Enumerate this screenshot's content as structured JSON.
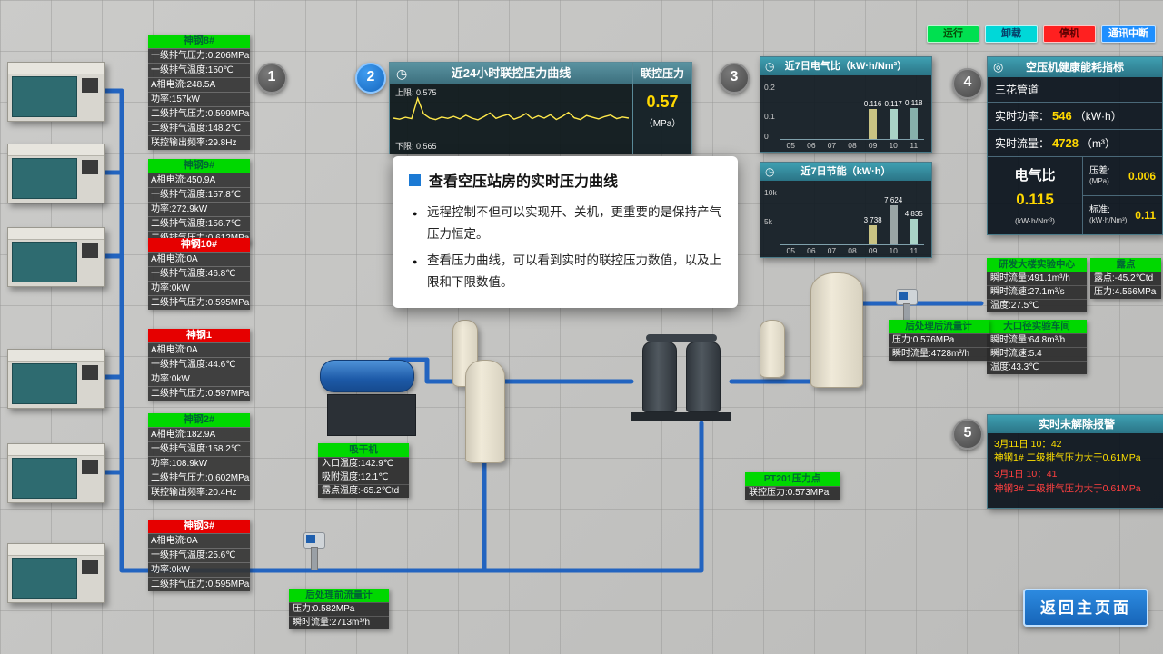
{
  "status_bar": {
    "items": [
      {
        "label": "运行",
        "bg": "#00e050",
        "fg": "#064d06"
      },
      {
        "label": "卸载",
        "bg": "#00d8d8",
        "fg": "#06406a"
      },
      {
        "label": "停机",
        "bg": "#ff2020",
        "fg": "#5a0000"
      },
      {
        "label": "通讯中断",
        "bg": "#1e8fff",
        "fg": "#ffffff"
      }
    ]
  },
  "step_badges": {
    "s1": "1",
    "s2": "2",
    "s3": "3",
    "s4": "4",
    "s5": "5"
  },
  "compressors": [
    {
      "name": "神钢8#",
      "state": "on",
      "rows": [
        "一级排气压力:0.206MPa",
        "一级排气温度:150℃",
        "A相电流:248.5A",
        "功率:157kW",
        "二级排气压力:0.599MPa",
        "二级排气温度:148.2℃",
        "联控输出频率:29.8Hz"
      ]
    },
    {
      "name": "神钢9#",
      "state": "on",
      "rows": [
        "A相电流:450.9A",
        "一级排气温度:157.8℃",
        "功率:272.9kW",
        "二级排气温度:156.7℃",
        "二级排气压力:0.612MPa"
      ]
    },
    {
      "name": "神钢10#",
      "state": "off",
      "rows": [
        "A相电流:0A",
        "一级排气温度:46.8℃",
        "功率:0kW",
        "二级排气压力:0.595MPa"
      ]
    },
    {
      "name": "神钢1",
      "state": "off",
      "rows": [
        "A相电流:0A",
        "一级排气温度:44.6℃",
        "功率:0kW",
        "二级排气压力:0.597MPa"
      ]
    },
    {
      "name": "神钢2#",
      "state": "on",
      "rows": [
        "A相电流:182.9A",
        "一级排气温度:158.2℃",
        "功率:108.9kW",
        "二级排气压力:0.602MPa",
        "联控输出频率:20.4Hz"
      ]
    },
    {
      "name": "神钢3#",
      "state": "off",
      "rows": [
        "A相电流:0A",
        "一级排气温度:25.6℃",
        "功率:0kW",
        "二级排气压力:0.595MPa"
      ]
    }
  ],
  "pressure_panel": {
    "title": "近24小时联控压力曲线",
    "side_title": "联控压力",
    "value": "0.57",
    "unit": "（MPa）",
    "upper_label": "上限: 0.575",
    "lower_label": "下限: 0.565"
  },
  "info_box": {
    "title": "查看空压站房的实时压力曲线",
    "bullets": [
      "远程控制不但可以实现开、关机，更重要的是保持产气压力恒定。",
      "查看压力曲线，可以看到实时的联控压力数值，以及上限和下限数值。"
    ]
  },
  "chart_data": [
    {
      "type": "line",
      "title": "近24小时联控压力曲线",
      "unit": "MPa",
      "ylim": [
        0.56,
        0.58
      ],
      "upper_limit": 0.575,
      "lower_limit": 0.565,
      "current": 0.57,
      "series": [
        0.57,
        0.5696,
        0.5703,
        0.5698,
        0.577,
        0.5715,
        0.57,
        0.5695,
        0.5704,
        0.5699,
        0.5706,
        0.5697,
        0.571,
        0.57,
        0.5694,
        0.5705,
        0.5718,
        0.5699,
        0.5707,
        0.5713,
        0.5696,
        0.5704,
        0.5716,
        0.5698,
        0.5708,
        0.57,
        0.5712,
        0.5695,
        0.5706,
        0.572,
        0.5701,
        0.5695,
        0.5709,
        0.5703,
        0.5697,
        0.5705,
        0.5711,
        0.5698,
        0.5704,
        0.57
      ]
    },
    {
      "type": "bar",
      "title": "近7日电气比（kW·h/Nm³）",
      "y_ticks": [
        "0.2",
        "0.1",
        "0"
      ],
      "ylim": [
        0,
        0.2
      ],
      "categories": [
        "05",
        "06",
        "07",
        "08",
        "09",
        "10",
        "11"
      ],
      "values": [
        null,
        null,
        null,
        null,
        0.116,
        0.117,
        0.118
      ],
      "labels": [
        "",
        "",
        "",
        "",
        "0.116",
        "0.117",
        "0.118"
      ],
      "colors": [
        "",
        "",
        "",
        "",
        "#c9c383",
        "#a9d3c6",
        "#87b0ab"
      ]
    },
    {
      "type": "bar",
      "title": "近7日节能（kW·h）",
      "y_ticks": [
        "10k",
        "5k"
      ],
      "ylim": [
        0,
        10000
      ],
      "categories": [
        "05",
        "06",
        "07",
        "08",
        "09",
        "10",
        "11"
      ],
      "values": [
        null,
        null,
        null,
        null,
        3738,
        7624,
        4835
      ],
      "labels": [
        "",
        "",
        "",
        "",
        "3 738",
        "7 624",
        "4 835"
      ],
      "colors": [
        "",
        "",
        "",
        "",
        "#c9c383",
        "#9aa5a5",
        "#a9d3c6"
      ]
    }
  ],
  "health_panel": {
    "title": "空压机健康能耗指标",
    "pipeline": "三花管道",
    "power_label": "实时功率：",
    "power_value": "546",
    "power_unit": "（kW·h）",
    "flow_label": "实时流量：",
    "flow_value": "4728",
    "flow_unit": "（m³）",
    "ratio_label": "电气比",
    "ratio_value": "0.115",
    "ratio_unit": "(kW·h/Nm³)",
    "dp_label": "压差:",
    "dp_unit": "(MPa)",
    "dp_value": "0.006",
    "std_label": "标准:",
    "std_unit": "(kW·h/Nm³)",
    "std_value": "0.11"
  },
  "flow_panels": {
    "rd_center": {
      "title": "研发大楼实验中心",
      "rows": [
        "瞬时流量:491.1m³/h",
        "瞬时流速:27.1m³/s",
        "温度:27.5℃"
      ]
    },
    "dew_point": {
      "title": "露点",
      "rows": [
        "露点:-45.2℃td",
        "压力:4.566MPa"
      ]
    },
    "large_bore": {
      "title": "大口径实验车间",
      "rows": [
        "瞬时流量:64.8m³/h",
        "瞬时流速:5.4",
        "温度:43.3℃"
      ]
    }
  },
  "equipment_labels": {
    "dryer": {
      "title": "吸干机",
      "rows": [
        "入口温度:142.9℃",
        "吸附温度:12.1℃",
        "露点温度:-65.2℃td"
      ]
    },
    "pre_meter": {
      "title": "后处理前流量计",
      "rows": [
        "压力:0.582MPa",
        "瞬时流量:2713m³/h"
      ]
    },
    "pt201": {
      "title": "PT201压力点",
      "rows": [
        "联控压力:0.573MPa"
      ]
    },
    "post_meter": {
      "title": "后处理后流量计",
      "rows": [
        "压力:0.576MPa",
        "瞬时流量:4728m³/h"
      ]
    }
  },
  "alarm_panel": {
    "title": "实时未解除报警",
    "alarms": [
      {
        "time": "3月11日 10：42",
        "text": "神钢1# 二级排气压力大于0.61MPa",
        "level": "active"
      },
      {
        "time": "3月1日 10：41",
        "text": "神钢3# 二级排气压力大于0.61MPa",
        "level": "critical"
      }
    ]
  },
  "back_button": {
    "label": "返回主页面"
  }
}
